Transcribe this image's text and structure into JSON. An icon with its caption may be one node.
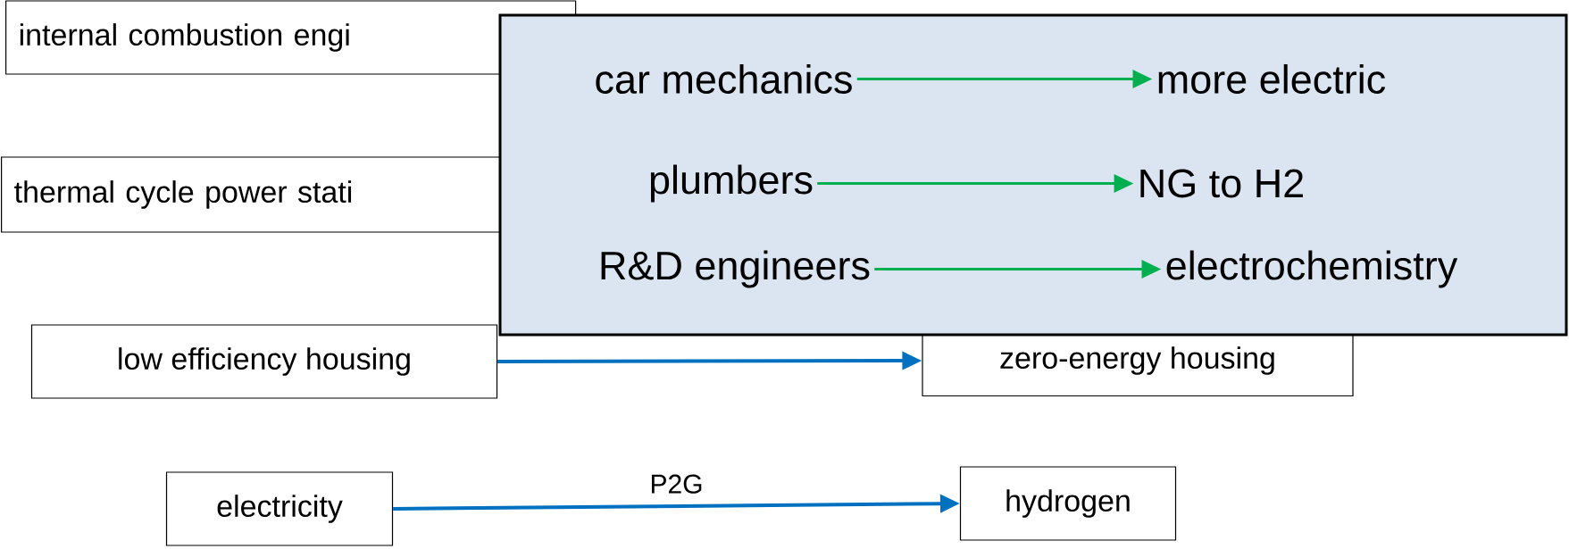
{
  "diagram": {
    "nodes": [
      {
        "text": [
          "internal combustion engi"
        ]
      },
      {
        "text": [
          "thermal cycle power stati"
        ]
      },
      {
        "text": [],
        "shape": "box"
      },
      {
        "text": [
          "car mechanics"
        ],
        "in": 2
      },
      {
        "text": [
          "more electric"
        ],
        "in": 2
      },
      {
        "text": [
          "plumbers"
        ],
        "in": 2
      },
      {
        "text": [
          "NG to H2"
        ],
        "in": 2
      },
      {
        "text": [
          "R&D engineers"
        ],
        "in": 2
      },
      {
        "text": [
          "electrochemistry"
        ],
        "in": 2
      },
      {
        "text": [
          "low efficiency housing"
        ]
      },
      {
        "text": [
          "zero-energy housing"
        ]
      },
      {
        "text": [
          "electricity"
        ]
      },
      {
        "text": [
          "hydrogen"
        ]
      }
    ],
    "edges": [
      {
        "from": 3,
        "to": 4,
        "arrow": "to"
      },
      {
        "from": 5,
        "to": 6,
        "arrow": "to"
      },
      {
        "from": 7,
        "to": 8,
        "arrow": "to"
      },
      {
        "from": 9,
        "to": 10,
        "arrow": "to",
        "color": "#0070c0"
      },
      {
        "from": 11,
        "to": 12,
        "arrow": "to",
        "label": "P2G",
        "color": "#0070c0"
      }
    ]
  }
}
